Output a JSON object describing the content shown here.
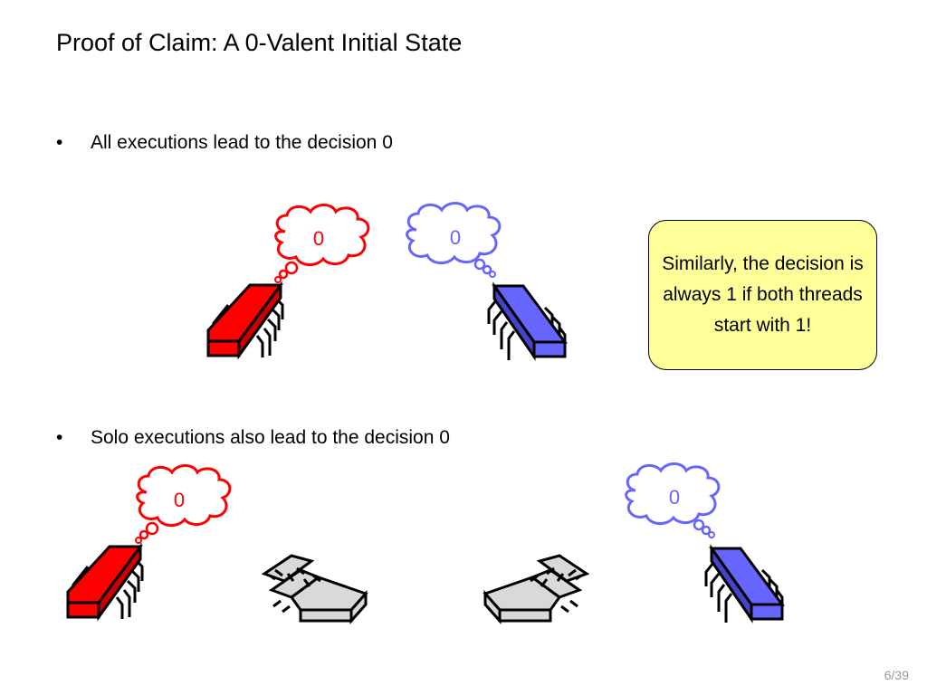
{
  "slide": {
    "title": "Proof of Claim: A 0-Valent Initial State",
    "bullet_marker": "•",
    "bullets": [
      "All executions lead to the decision 0",
      "Solo executions also lead to the decision 0"
    ],
    "callout_text": "Similarly, the decision is always 1 if both threads start with 1!",
    "page_number": "6/39"
  },
  "thoughts": {
    "top_red": "0",
    "top_blue": "0",
    "bottom_red": "0",
    "bottom_blue": "0"
  },
  "colors": {
    "red": "#ff0000",
    "blue": "#6666ff",
    "gray": "#d9d9d9",
    "callout_fill": "#ffff99",
    "red_thought_outline": "#ff0000",
    "blue_thought_outline": "#6666ff"
  },
  "icons": [
    "chip-icon",
    "thought-bubble-icon",
    "crashed-chip-icon"
  ]
}
